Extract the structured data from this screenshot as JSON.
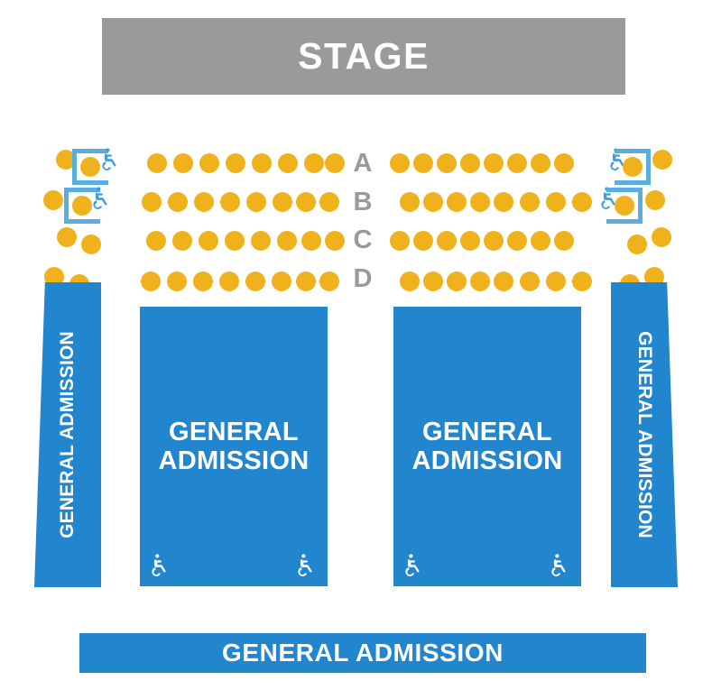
{
  "stage": {
    "label": "STAGE",
    "color": "#9a9a9a"
  },
  "colors": {
    "seat": "#f0b21c",
    "general_admission": "#2286ce",
    "accessible_outline": "#58aee0",
    "stage": "#9a9a9a",
    "row_letter": "#9a9a9a",
    "text_on_blue": "#ffffff"
  },
  "rows": [
    {
      "letter": "A",
      "left_loose_seats": 1,
      "left_accessible_seats": 1,
      "left_main_seats": 8,
      "right_main_seats": 8,
      "right_accessible_seats": 1,
      "right_loose_seats": 1
    },
    {
      "letter": "B",
      "left_loose_seats": 1,
      "left_accessible_seats": 1,
      "left_main_seats": 8,
      "right_main_seats": 8,
      "right_accessible_seats": 1,
      "right_loose_seats": 1
    },
    {
      "letter": "C",
      "left_loose_seats": 2,
      "left_accessible_seats": 0,
      "left_main_seats": 8,
      "right_main_seats": 8,
      "right_accessible_seats": 0,
      "right_loose_seats": 2
    },
    {
      "letter": "D",
      "left_loose_seats": 2,
      "left_accessible_seats": 0,
      "left_main_seats": 8,
      "right_main_seats": 8,
      "right_accessible_seats": 0,
      "right_loose_seats": 2
    }
  ],
  "sections": {
    "left_block": {
      "line1": "GENERAL",
      "line2": "ADMISSION",
      "accessible_icon": "wheelchair-icon"
    },
    "right_block": {
      "line1": "GENERAL",
      "line2": "ADMISSION",
      "accessible_icon": "wheelchair-icon"
    },
    "left_banner": {
      "label": "GENERAL ADMISSION"
    },
    "right_banner": {
      "label": "GENERAL ADMISSION"
    },
    "bottom_banner": {
      "label": "GENERAL ADMISSION"
    }
  }
}
